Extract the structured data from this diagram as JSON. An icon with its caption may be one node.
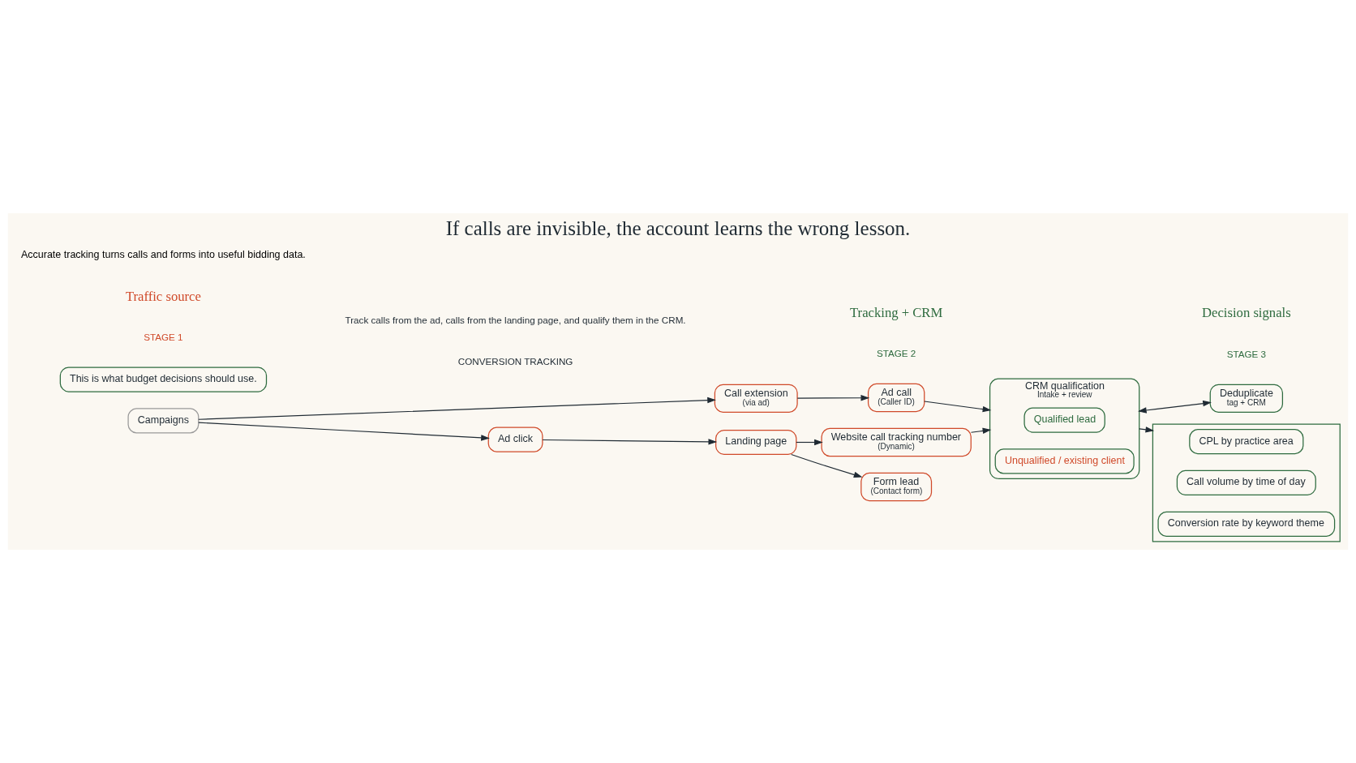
{
  "diagram": {
    "title": "If calls are invisible, the account learns the wrong lesson.",
    "caption": "Accurate tracking turns calls and forms into useful bidding data.",
    "nodes": [
      {
        "text": [
          "Campaigns"
        ]
      },
      {
        "text": [
          "Call extension",
          "(via ad)"
        ]
      },
      {
        "text": [
          "Ad call",
          "(Caller ID)"
        ]
      },
      {
        "text": [
          "Ad click"
        ]
      },
      {
        "text": [
          "Landing page"
        ]
      },
      {
        "text": [
          "Website call tracking number",
          "(Dynamic)"
        ]
      },
      {
        "text": [
          "Form lead",
          "(Contact form)"
        ]
      },
      {
        "text": [
          "CRM qualification",
          "Intake + review"
        ]
      },
      {
        "text": [
          "Qualified lead"
        ],
        "in": 7
      },
      {
        "text": [
          "Unqualified / existing client"
        ],
        "in": 7
      },
      {
        "text": [
          "Deduplicate",
          "tag + CRM"
        ]
      },
      {
        "text": [],
        "shape": "box"
      },
      {
        "text": [
          "CPL by practice area"
        ],
        "in": 11
      },
      {
        "text": [
          "Call volume by time of day"
        ],
        "in": 11
      },
      {
        "text": [
          "Conversion rate by keyword theme"
        ],
        "in": 11
      },
      {
        "text": [
          "This is what budget decisions should use."
        ]
      }
    ],
    "edges": [
      {
        "from": 0,
        "to": 1,
        "arrow": "to"
      },
      {
        "from": 0,
        "to": 3,
        "arrow": "to"
      },
      {
        "from": 1,
        "to": 2,
        "arrow": "to"
      },
      {
        "from": 2,
        "to": 7,
        "arrow": "to"
      },
      {
        "from": 3,
        "to": 4,
        "arrow": "to"
      },
      {
        "from": 4,
        "to": 5,
        "arrow": "to"
      },
      {
        "from": 4,
        "to": 6,
        "arrow": "to"
      },
      {
        "from": 5,
        "to": 7,
        "arrow": "to"
      },
      {
        "from": 7,
        "to": 11,
        "arrow": "to"
      },
      {
        "from": 7,
        "to": 10,
        "arrow": "both"
      }
    ],
    "labels": [
      "CONVERSION TRACKING",
      "Track calls from the ad, calls from the landing page, and qualify them in the CRM.",
      "STAGE 1",
      "Traffic source",
      "STAGE 2",
      "Tracking + CRM",
      "STAGE 3",
      "Decision signals"
    ]
  }
}
